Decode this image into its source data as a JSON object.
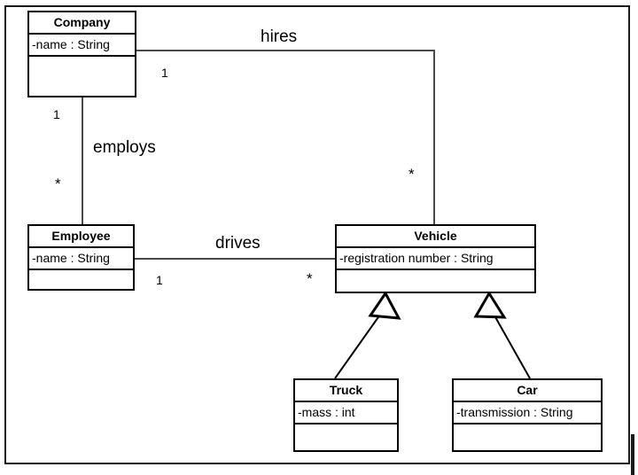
{
  "diagram": {
    "type": "uml-class-diagram",
    "background_color": "#ffffff",
    "line_color": "#000000",
    "classes": [
      {
        "id": "company",
        "name": "Company",
        "attributes": [
          "-name : String"
        ],
        "operations": []
      },
      {
        "id": "employee",
        "name": "Employee",
        "attributes": [
          "-name : String"
        ],
        "operations": []
      },
      {
        "id": "vehicle",
        "name": "Vehicle",
        "attributes": [
          "-registration number : String"
        ],
        "operations": []
      },
      {
        "id": "truck",
        "name": "Truck",
        "attributes": [
          "-mass : int"
        ],
        "operations": []
      },
      {
        "id": "car",
        "name": "Car",
        "attributes": [
          "-transmission : String"
        ],
        "operations": []
      }
    ],
    "associations": [
      {
        "id": "hires",
        "label": "hires",
        "from": "company",
        "to": "vehicle",
        "from_multiplicity": "1",
        "to_multiplicity": "*"
      },
      {
        "id": "employs",
        "label": "employs",
        "from": "company",
        "to": "employee",
        "from_multiplicity": "1",
        "to_multiplicity": "*"
      },
      {
        "id": "drives",
        "label": "drives",
        "from": "employee",
        "to": "vehicle",
        "from_multiplicity": "1",
        "to_multiplicity": "*"
      }
    ],
    "generalizations": [
      {
        "id": "truck-vehicle",
        "subclass": "truck",
        "superclass": "vehicle"
      },
      {
        "id": "car-vehicle",
        "subclass": "car",
        "superclass": "vehicle"
      }
    ]
  }
}
